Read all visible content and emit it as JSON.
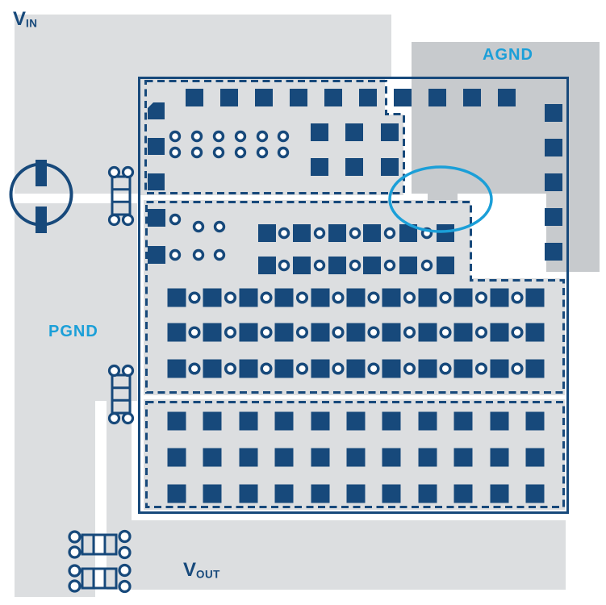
{
  "labels": {
    "vin": {
      "main": "V",
      "sub": "IN"
    },
    "agnd": {
      "text": "AGND"
    },
    "pgnd": {
      "text": "PGND"
    },
    "vout": {
      "main": "V",
      "sub": "OUT"
    }
  },
  "colors": {
    "navy": "#17497B",
    "copper_light": "#DCDEE0",
    "copper_dark": "#C7CACD",
    "cyan": "#1B9FD8",
    "white": "#FFFFFF"
  }
}
